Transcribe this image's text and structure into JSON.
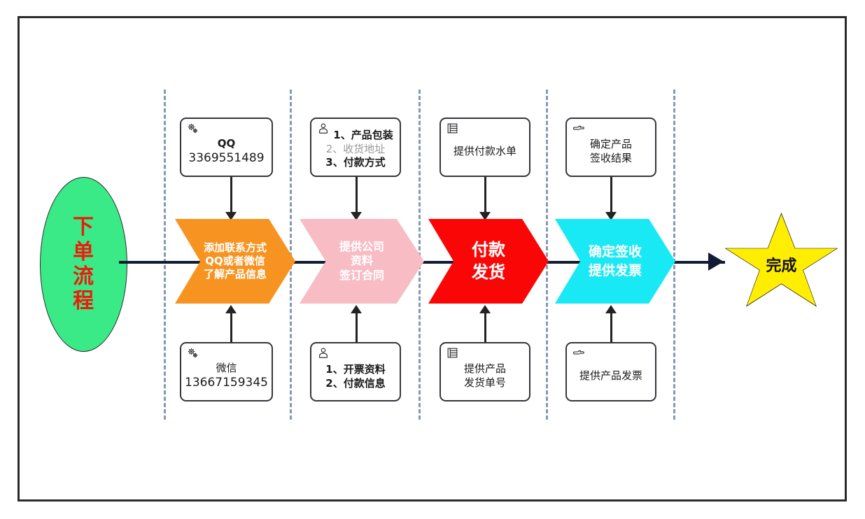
{
  "diagram": {
    "title": "下单流程",
    "start": {
      "label": "下单流程",
      "fill": "#3aea86",
      "text_color": "#ec1c0c"
    },
    "end": {
      "label": "完成",
      "fill": "#ffee00",
      "text_color": "#111111"
    },
    "lane_color": "#8599b4",
    "connector_color": "#101c33",
    "stages": [
      {
        "key": "stage-1",
        "label": "添加联系方式\nQQ或者微信\n了解产品信息",
        "lines": [
          "添加联系方式",
          "QQ或者微信",
          "了解产品信息"
        ],
        "fill": "#f79321",
        "top_note": {
          "icon": "gears-icon",
          "lines": [
            {
              "text": "QQ",
              "style": "bold"
            },
            {
              "text": "3369551489",
              "style": "normal"
            }
          ]
        },
        "bottom_note": {
          "icon": "gears-icon",
          "lines": [
            {
              "text": "微信",
              "style": "normal"
            },
            {
              "text": "13667159345",
              "style": "normal"
            }
          ]
        }
      },
      {
        "key": "stage-2",
        "label": "提供公司\n资料\n签订合同",
        "lines": [
          "提供公司",
          "资料",
          "签订合同"
        ],
        "fill": "#f8bcc5",
        "top_note": {
          "icon": "person-icon",
          "lines": [
            {
              "text": "1、产品包装",
              "style": "bold"
            },
            {
              "text": "2、收货地址",
              "style": "gray"
            },
            {
              "text": "3、付款方式",
              "style": "bold"
            }
          ]
        },
        "bottom_note": {
          "icon": "person-icon",
          "lines": [
            {
              "text": "1、开票资料",
              "style": "bold"
            },
            {
              "text": "2、付款信息",
              "style": "bold"
            }
          ]
        }
      },
      {
        "key": "stage-3",
        "label": "付款\n发货",
        "lines": [
          "付款",
          "发货"
        ],
        "fill": "#fb0606",
        "top_note": {
          "icon": "document-list-icon",
          "lines": [
            {
              "text": "提供付款水单",
              "style": "normal"
            }
          ]
        },
        "bottom_note": {
          "icon": "document-list-icon",
          "lines": [
            {
              "text": "提供产品",
              "style": "normal"
            },
            {
              "text": "发货单号",
              "style": "normal"
            }
          ]
        }
      },
      {
        "key": "stage-4",
        "label": "确定签收\n提供发票",
        "lines": [
          "确定签收",
          "提供发票"
        ],
        "fill": "#19e9f5",
        "top_note": {
          "icon": "pointing-hand-icon",
          "lines": [
            {
              "text": "确定产品",
              "style": "normal"
            },
            {
              "text": "签收结果",
              "style": "normal"
            }
          ]
        },
        "bottom_note": {
          "icon": "pointing-hand-icon",
          "lines": [
            {
              "text": "提供产品发票",
              "style": "normal"
            }
          ]
        }
      }
    ]
  }
}
